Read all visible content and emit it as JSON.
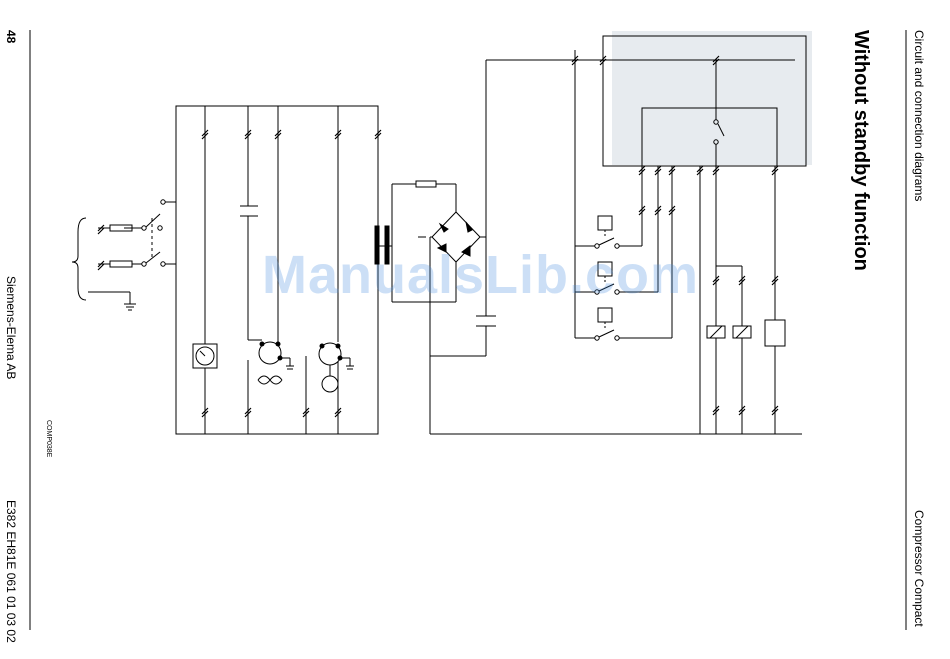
{
  "header": {
    "left": "Circuit and connection diagrams",
    "right": "Compressor Compact"
  },
  "title": "Without standby function",
  "footer": {
    "page_number": "48",
    "publisher": "Siemens-Elema AB",
    "document_code": "E382 EH81E 061 01 03 02"
  },
  "figure_code": "COMP038E",
  "watermark": "ManualsLib.com",
  "colors": {
    "line": "#000000",
    "panel_shade": "#e7ebef",
    "watermark": "#4a90e2"
  },
  "components": {
    "fan_icon": "fan-icon",
    "lamp_icon": "lamp-icon",
    "clock_icon": "clock-icon",
    "ground_icon": "ground-icon",
    "fuse_icon": "fuse-icon",
    "transformer_icon": "transformer-icon",
    "bridge_rectifier_icon": "bridge-rectifier-icon",
    "capacitor_icon": "capacitor-icon",
    "relay_coil_icon": "relay-coil-icon",
    "switch_icon": "switch-icon"
  }
}
